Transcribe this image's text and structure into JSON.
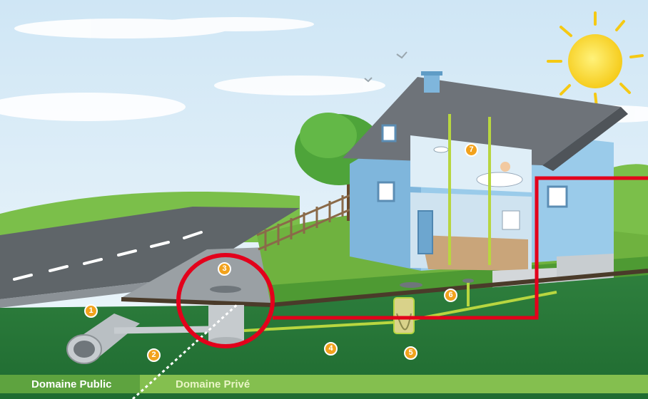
{
  "zones": {
    "public_label": "Domaine Public",
    "private_label": "Domaine Privé"
  },
  "markers": [
    "1",
    "2",
    "3",
    "4",
    "5",
    "6",
    "7"
  ],
  "colors": {
    "sky_top": "#cfe6f5",
    "sky_bottom": "#eef6fb",
    "grass": "#5fa83a",
    "underground": "#2f7d3c",
    "house_wall": "#8fc3e6",
    "roof": "#6e7379",
    "pipe_green": "#b8d640",
    "marker_orange": "#f2a21c",
    "highlight_red": "#e3001b",
    "sun": "#f7d21b"
  }
}
